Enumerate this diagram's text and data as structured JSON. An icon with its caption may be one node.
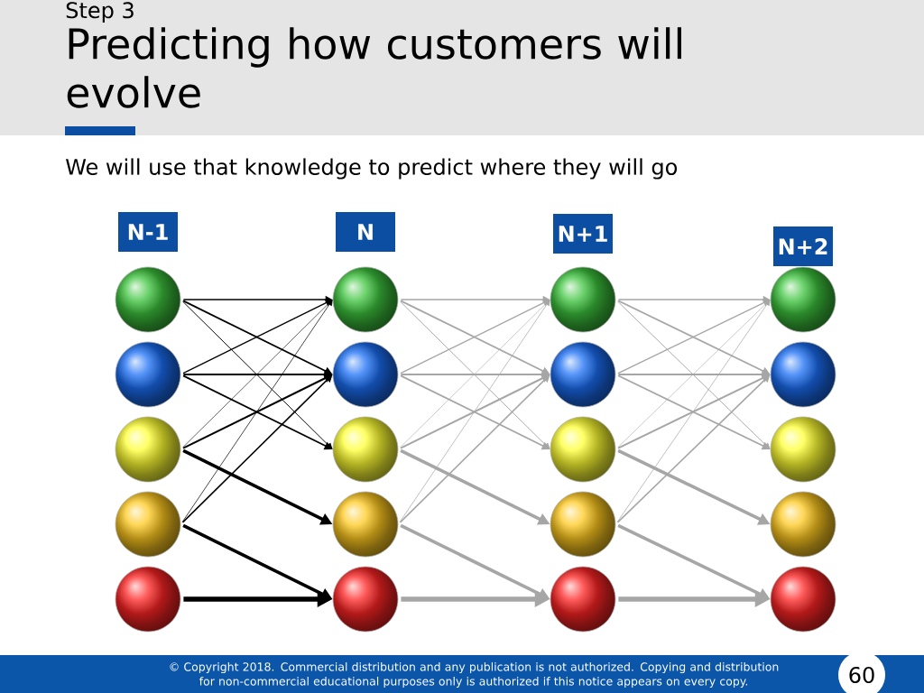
{
  "diagram": {
    "title": "Predicting how customers will evolve",
    "nodes": [
      {
        "text": [
          "N-1"
        ]
      },
      {
        "text": [
          "N"
        ]
      },
      {
        "text": [
          "N+1"
        ]
      },
      {
        "text": [
          "N+2"
        ]
      },
      {
        "text": [],
        "shape": "circle"
      },
      {
        "text": [],
        "shape": "circle"
      },
      {
        "text": [],
        "shape": "circle"
      },
      {
        "text": [],
        "shape": "circle"
      },
      {
        "text": [],
        "shape": "circle"
      },
      {
        "text": [],
        "shape": "circle"
      },
      {
        "text": [],
        "shape": "circle"
      },
      {
        "text": [],
        "shape": "circle"
      },
      {
        "text": [],
        "shape": "circle"
      },
      {
        "text": [],
        "shape": "circle"
      },
      {
        "text": [],
        "shape": "circle"
      },
      {
        "text": [],
        "shape": "circle"
      },
      {
        "text": [],
        "shape": "circle"
      },
      {
        "text": [],
        "shape": "circle"
      },
      {
        "text": [],
        "shape": "circle"
      },
      {
        "text": [],
        "shape": "circle"
      },
      {
        "text": [],
        "shape": "circle"
      },
      {
        "text": [],
        "shape": "circle"
      },
      {
        "text": [],
        "shape": "circle"
      },
      {
        "text": [],
        "shape": "circle"
      }
    ],
    "edges": [
      {
        "from": 4,
        "to": 9,
        "arrow": "to",
        "color": "#000000"
      },
      {
        "from": 4,
        "to": 10,
        "arrow": "to",
        "color": "#000000"
      },
      {
        "from": 4,
        "to": 11,
        "arrow": "to",
        "color": "#000000"
      },
      {
        "from": 5,
        "to": 9,
        "arrow": "to",
        "color": "#000000"
      },
      {
        "from": 5,
        "to": 10,
        "arrow": "to",
        "color": "#000000"
      },
      {
        "from": 5,
        "to": 11,
        "arrow": "to",
        "color": "#000000"
      },
      {
        "from": 6,
        "to": 9,
        "arrow": "to",
        "color": "#000000"
      },
      {
        "from": 6,
        "to": 10,
        "arrow": "to",
        "color": "#000000"
      },
      {
        "from": 6,
        "to": 12,
        "arrow": "to",
        "style": "thick",
        "color": "#000000"
      },
      {
        "from": 7,
        "to": 9,
        "arrow": "to",
        "color": "#000000"
      },
      {
        "from": 7,
        "to": 10,
        "arrow": "to",
        "color": "#000000"
      },
      {
        "from": 7,
        "to": 13,
        "arrow": "to",
        "style": "thick",
        "color": "#000000"
      },
      {
        "from": 8,
        "to": 13,
        "arrow": "to",
        "style": "thick",
        "color": "#000000"
      },
      {
        "from": 9,
        "to": 14,
        "arrow": "to"
      },
      {
        "from": 9,
        "to": 15,
        "arrow": "to"
      },
      {
        "from": 9,
        "to": 16,
        "arrow": "to"
      },
      {
        "from": 10,
        "to": 14,
        "arrow": "to"
      },
      {
        "from": 10,
        "to": 15,
        "arrow": "to"
      },
      {
        "from": 10,
        "to": 16,
        "arrow": "to"
      },
      {
        "from": 11,
        "to": 14,
        "arrow": "to"
      },
      {
        "from": 11,
        "to": 15,
        "arrow": "to"
      },
      {
        "from": 11,
        "to": 17,
        "arrow": "to",
        "style": "thick"
      },
      {
        "from": 12,
        "to": 14,
        "arrow": "to"
      },
      {
        "from": 12,
        "to": 15,
        "arrow": "to"
      },
      {
        "from": 12,
        "to": 18,
        "arrow": "to",
        "style": "thick"
      },
      {
        "from": 13,
        "to": 18,
        "arrow": "to",
        "style": "thick"
      },
      {
        "from": 14,
        "to": 19,
        "arrow": "to"
      },
      {
        "from": 14,
        "to": 20,
        "arrow": "to"
      },
      {
        "from": 14,
        "to": 21,
        "arrow": "to"
      },
      {
        "from": 15,
        "to": 19,
        "arrow": "to"
      },
      {
        "from": 15,
        "to": 20,
        "arrow": "to"
      },
      {
        "from": 15,
        "to": 21,
        "arrow": "to"
      },
      {
        "from": 16,
        "to": 19,
        "arrow": "to"
      },
      {
        "from": 16,
        "to": 20,
        "arrow": "to"
      },
      {
        "from": 16,
        "to": 22,
        "arrow": "to",
        "style": "thick"
      },
      {
        "from": 17,
        "to": 19,
        "arrow": "to"
      },
      {
        "from": 17,
        "to": 20,
        "arrow": "to"
      },
      {
        "from": 17,
        "to": 23,
        "arrow": "to",
        "style": "thick"
      },
      {
        "from": 18,
        "to": 23,
        "arrow": "to",
        "style": "thick"
      }
    ],
    "labels": [
      "Step 3",
      "We will use that knowledge to predict where they will go",
      "© Copyright 2018. Commercial distribution and any publication is not authorized. Copying and distribution for non-commercial educational purposes only is authorized if this notice appears on every copy.",
      "60"
    ]
  }
}
